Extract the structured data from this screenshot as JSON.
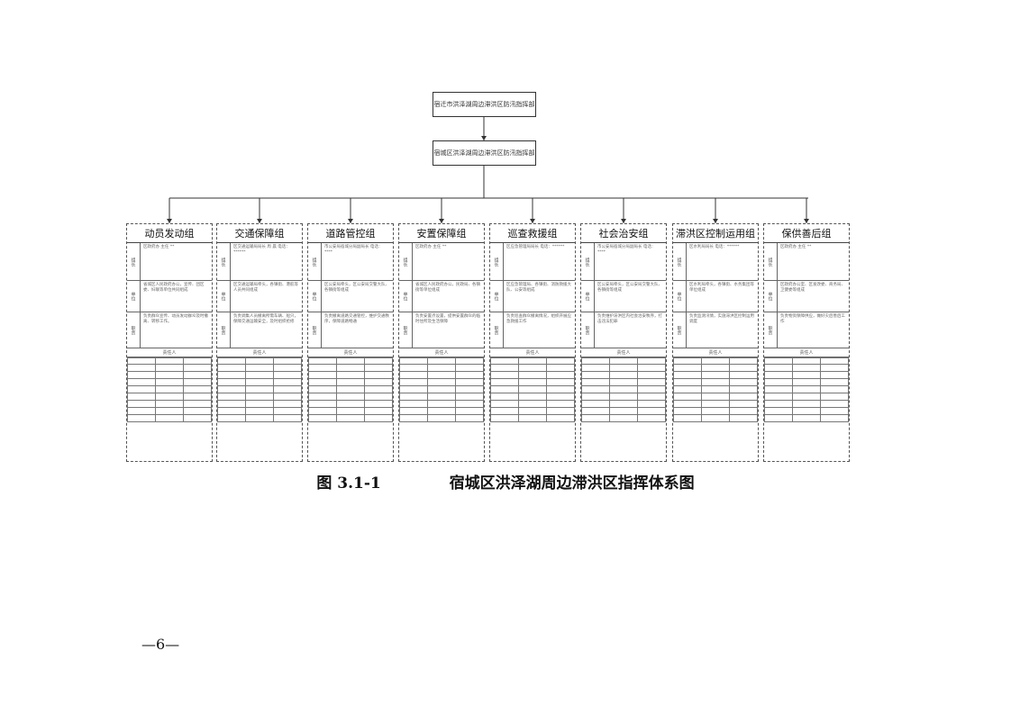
{
  "chart": {
    "top_node": "宿迁市洪泽湖周边滞洪区防汛指挥部",
    "mid_node": "宿城区洪泽湖周边滞洪区防汛指挥部"
  },
  "groups": [
    {
      "title": "动员发动组",
      "row1_label": "组长",
      "row1_text": "区政府办 主任 **",
      "row2_label": "单位",
      "row2_text": "省城区人民政府办公，宣传、团区委、妇联等单位共同组成",
      "row3_label": "职责",
      "row3_text": "负责群众宣传、动员发动群众及时撤离、转移工作。",
      "resp_label": "责任人"
    },
    {
      "title": "交通保障组",
      "row1_label": "组长",
      "row1_text": "区交通运输局局长 周 晨 电话：******",
      "row2_label": "单位",
      "row2_text": "区交通运输局牵头，各镇街、港航等人员共同组成",
      "row3_label": "职责",
      "row3_text": "负责调集人员撤离所需车辆、船只，保障交通运输安全，及时组织抢修",
      "resp_label": "责任人"
    },
    {
      "title": "道路管控组",
      "row1_label": "组长",
      "row1_text": "市公安局宿城分局副局长 电话：****",
      "row2_label": "单位",
      "row2_text": "区公安局牵头，区公安局交警大队、各镇街等组成",
      "row3_label": "职责",
      "row3_text": "负责撤离道路交通管控，维护交通秩序，保障道路畅通",
      "resp_label": "责任人"
    },
    {
      "title": "安置保障组",
      "row1_label": "组长",
      "row1_text": "区政府办 主任 **",
      "row2_label": "单位",
      "row2_text": "省城区人民政府办公，民政局、各镇街等单位组成",
      "row3_label": "职责",
      "row3_text": "负责安置点设置，提供安置群众的临时住所及生活保障",
      "resp_label": "责任人"
    },
    {
      "title": "巡查救援组",
      "row1_label": "组长",
      "row1_text": "区应急管理局局长 电话：******",
      "row2_label": "单位",
      "row2_text": "区应急管理局、各镇街、消防救援大队、公安等组成",
      "row3_label": "职责",
      "row3_text": "负责巡查群众撤离情况，组织开展应急救援工作",
      "resp_label": "责任人"
    },
    {
      "title": "社会治安组",
      "row1_label": "组长",
      "row1_text": "市公安局宿城分局副局长 电话：****",
      "row2_label": "单位",
      "row2_text": "区公安局牵头，区公安局交警大队、各镇街等组成",
      "row3_label": "职责",
      "row3_text": "负责维护滞洪区内社会治安秩序，打击违法犯罪",
      "resp_label": "责任人"
    },
    {
      "title": "滞洪区控制运用组",
      "row1_label": "组长",
      "row1_text": "区水利局局长 电话：******",
      "row2_label": "单位",
      "row2_text": "区水利局牵头，各镇街、水务集团等单位组成",
      "row3_label": "职责",
      "row3_text": "负责监测汛情，实施滞洪区控制运用调度",
      "resp_label": "责任人"
    },
    {
      "title": "保供善后组",
      "row1_label": "组长",
      "row1_text": "区政府办 主任 **",
      "row2_label": "单位",
      "row2_text": "区政府办公室、区发改委、商务局、卫健委等组成",
      "row3_label": "职责",
      "row3_text": "负责物资保障供应，做好灾后善后工作",
      "resp_label": "责任人"
    }
  ],
  "caption": {
    "number": "图 3.1-1",
    "title": "宿城区洪泽湖周边滞洪区指挥体系图"
  },
  "page_number": "—6—"
}
